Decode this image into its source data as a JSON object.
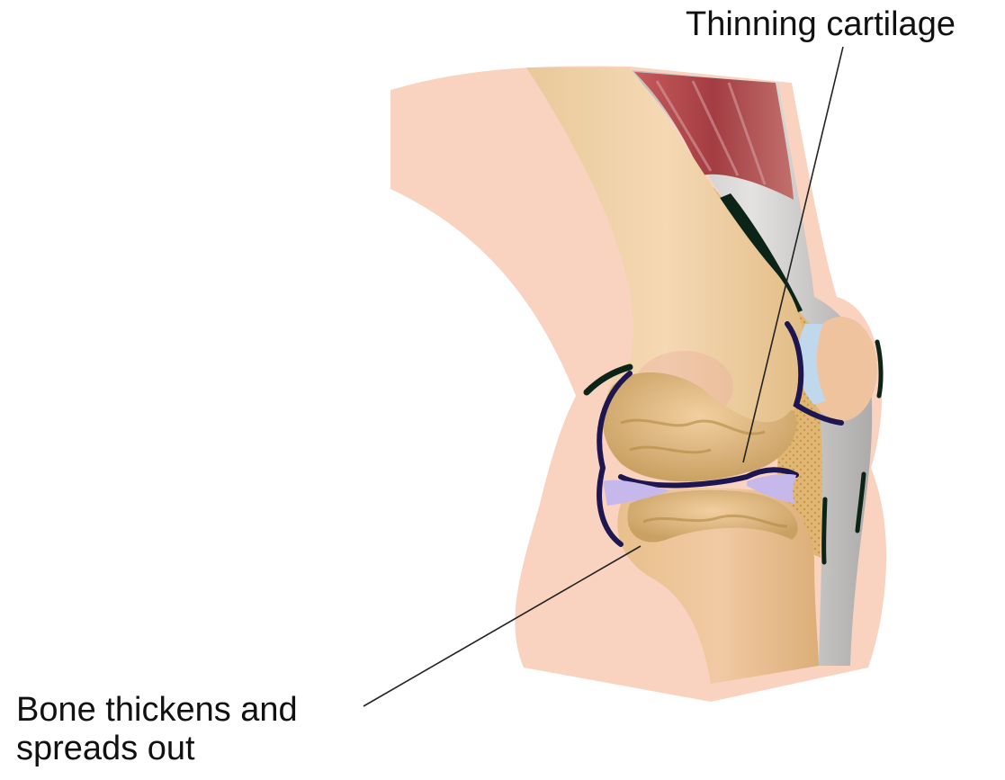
{
  "labels": {
    "thinning_cartilage": "Thinning cartilage",
    "bone_line1": "Bone thickens and",
    "bone_line2": "spreads out"
  },
  "colors": {
    "skin": "#f9d3c0",
    "bone": "#e7c796",
    "bone_rough": "#c7a265",
    "muscle": "#b2474c",
    "tendon": "#c4c4c4",
    "fat": "#deb06d",
    "synovium": "#1e1650",
    "meniscus": "#c7b8ec",
    "patella_cartilage": "#bfd8ec",
    "leader_line": "#222222"
  }
}
